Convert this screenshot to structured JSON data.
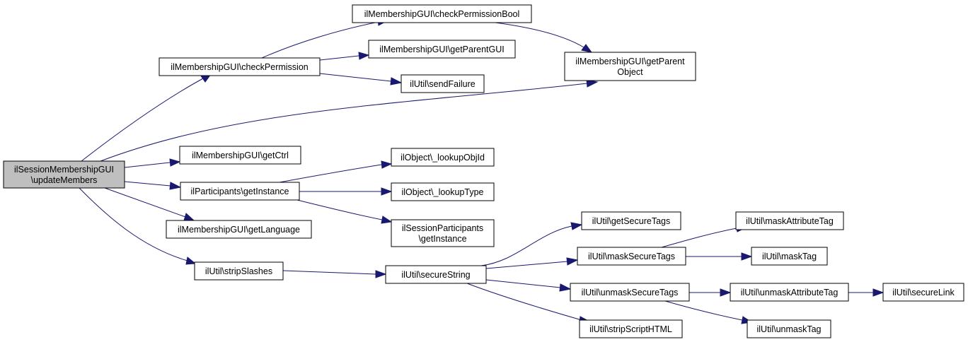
{
  "graph": {
    "nodes": [
      {
        "id": "root",
        "lines": [
          "ilSessionMembershipGUI",
          "\\updateMembers"
        ],
        "highlight": true
      },
      {
        "id": "checkPermission",
        "lines": [
          "ilMembershipGUI\\checkPermission"
        ]
      },
      {
        "id": "checkPermissionBool",
        "lines": [
          "ilMembershipGUI\\checkPermissionBool"
        ]
      },
      {
        "id": "getParentGUI",
        "lines": [
          "ilMembershipGUI\\getParentGUI"
        ]
      },
      {
        "id": "sendFailure",
        "lines": [
          "ilUtil\\sendFailure"
        ]
      },
      {
        "id": "getParentObject",
        "lines": [
          "ilMembershipGUI\\getParent",
          "Object"
        ]
      },
      {
        "id": "getCtrl",
        "lines": [
          "ilMembershipGUI\\getCtrl"
        ]
      },
      {
        "id": "participantsGetInstance",
        "lines": [
          "ilParticipants\\getInstance"
        ]
      },
      {
        "id": "lookupObjId",
        "lines": [
          "ilObject\\_lookupObjId"
        ]
      },
      {
        "id": "lookupType",
        "lines": [
          "ilObject\\_lookupType"
        ]
      },
      {
        "id": "sessionParticipantsGetInstance",
        "lines": [
          "ilSessionParticipants",
          "\\getInstance"
        ]
      },
      {
        "id": "getLanguage",
        "lines": [
          "ilMembershipGUI\\getLanguage"
        ]
      },
      {
        "id": "stripSlashes",
        "lines": [
          "ilUtil\\stripSlashes"
        ]
      },
      {
        "id": "secureString",
        "lines": [
          "ilUtil\\secureString"
        ]
      },
      {
        "id": "getSecureTags",
        "lines": [
          "ilUtil\\getSecureTags"
        ]
      },
      {
        "id": "maskSecureTags",
        "lines": [
          "ilUtil\\maskSecureTags"
        ]
      },
      {
        "id": "unmaskSecureTags",
        "lines": [
          "ilUtil\\unmaskSecureTags"
        ]
      },
      {
        "id": "stripScriptHTML",
        "lines": [
          "ilUtil\\stripScriptHTML"
        ]
      },
      {
        "id": "maskAttributeTag",
        "lines": [
          "ilUtil\\maskAttributeTag"
        ]
      },
      {
        "id": "maskTag",
        "lines": [
          "ilUtil\\maskTag"
        ]
      },
      {
        "id": "unmaskAttributeTag",
        "lines": [
          "ilUtil\\unmaskAttributeTag"
        ]
      },
      {
        "id": "unmaskTag",
        "lines": [
          "ilUtil\\unmaskTag"
        ]
      },
      {
        "id": "secureLink",
        "lines": [
          "ilUtil\\secureLink"
        ]
      }
    ],
    "edges": [
      {
        "from": "root",
        "to": "checkPermission"
      },
      {
        "from": "root",
        "to": "getParentObject"
      },
      {
        "from": "root",
        "to": "getCtrl"
      },
      {
        "from": "root",
        "to": "participantsGetInstance"
      },
      {
        "from": "root",
        "to": "getLanguage"
      },
      {
        "from": "root",
        "to": "stripSlashes"
      },
      {
        "from": "checkPermission",
        "to": "checkPermissionBool"
      },
      {
        "from": "checkPermission",
        "to": "getParentGUI"
      },
      {
        "from": "checkPermission",
        "to": "sendFailure"
      },
      {
        "from": "checkPermissionBool",
        "to": "getParentObject"
      },
      {
        "from": "participantsGetInstance",
        "to": "lookupObjId"
      },
      {
        "from": "participantsGetInstance",
        "to": "lookupType"
      },
      {
        "from": "participantsGetInstance",
        "to": "sessionParticipantsGetInstance"
      },
      {
        "from": "stripSlashes",
        "to": "secureString"
      },
      {
        "from": "secureString",
        "to": "getSecureTags"
      },
      {
        "from": "secureString",
        "to": "maskSecureTags"
      },
      {
        "from": "secureString",
        "to": "unmaskSecureTags"
      },
      {
        "from": "secureString",
        "to": "stripScriptHTML"
      },
      {
        "from": "maskSecureTags",
        "to": "maskAttributeTag"
      },
      {
        "from": "maskSecureTags",
        "to": "maskTag"
      },
      {
        "from": "unmaskSecureTags",
        "to": "unmaskAttributeTag"
      },
      {
        "from": "unmaskSecureTags",
        "to": "unmaskTag"
      },
      {
        "from": "unmaskAttributeTag",
        "to": "secureLink"
      }
    ]
  }
}
